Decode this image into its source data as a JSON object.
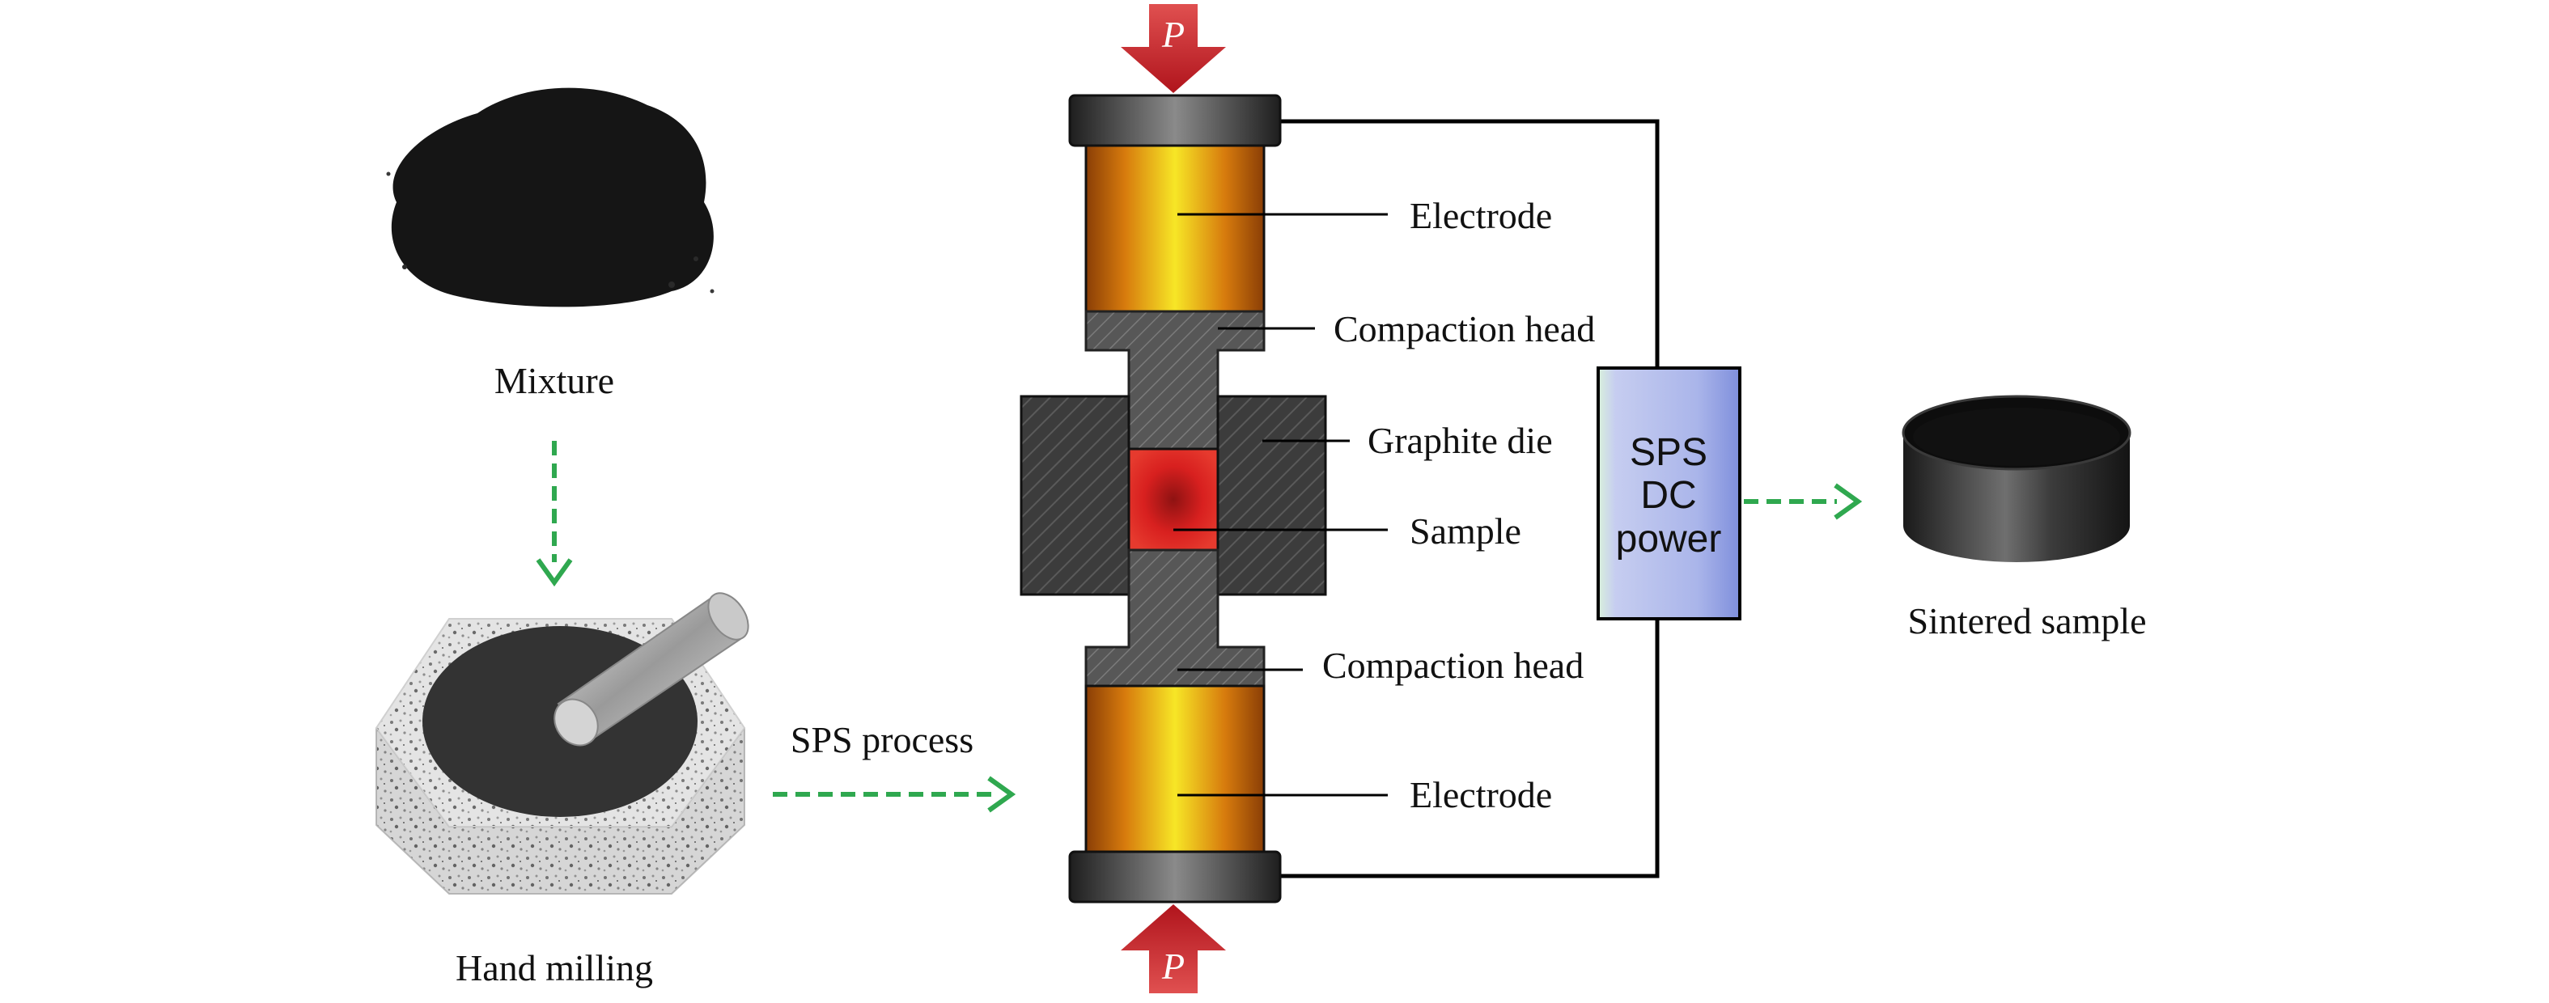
{
  "labels": {
    "mixture": "Mixture",
    "hand_milling": "Hand milling",
    "sps_process": "SPS process",
    "electrode_top": "Electrode",
    "compaction_head_top": "Compaction head",
    "graphite_die": "Graphite die",
    "sample": "Sample",
    "compaction_head_bottom": "Compaction head",
    "electrode_bottom": "Electrode",
    "power_line1": "SPS",
    "power_line2": "DC",
    "power_line3": "power",
    "sintered_sample": "Sintered sample",
    "pressure_top": "P",
    "pressure_bottom": "P"
  },
  "colors": {
    "flow_arrow": "#2fa84f",
    "pressure_arrow": "#c8202a",
    "electrode_yellow": "#f5e21e",
    "electrode_orange": "#c46a0a",
    "sample_red": "#d42020",
    "die_dark": "#3a3a3a",
    "power_box": "#a9b6e8"
  },
  "icons": [
    "powder-pile-icon",
    "mortar-pestle-icon",
    "sintered-pellet-icon"
  ]
}
